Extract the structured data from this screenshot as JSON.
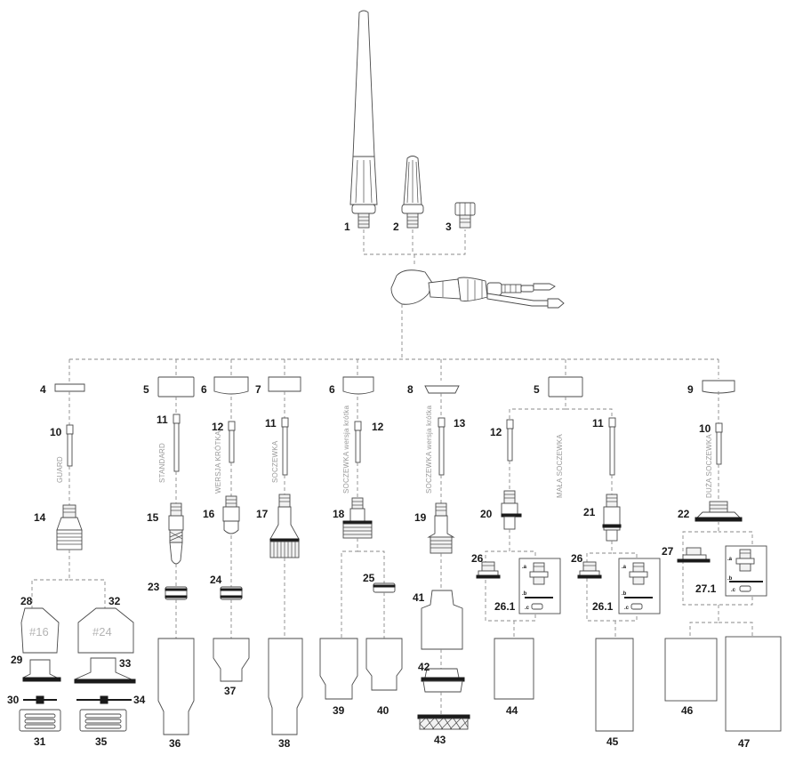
{
  "labels": {
    "n1": "1",
    "n2": "2",
    "n3": "3",
    "n4": "4",
    "n5a": "5",
    "n6a": "6",
    "n7": "7",
    "n6b": "6",
    "n8": "8",
    "n5b": "5",
    "n9": "9",
    "n10a": "10",
    "n11a": "11",
    "n12a": "12",
    "n11b": "11",
    "n12b": "12",
    "n13": "13",
    "n12c": "12",
    "n11c": "11",
    "n10b": "10",
    "n14": "14",
    "n15": "15",
    "n16": "16",
    "n17": "17",
    "n18": "18",
    "n19": "19",
    "n20": "20",
    "n21": "21",
    "n22": "22",
    "n23": "23",
    "n24": "24",
    "n25": "25",
    "n41": "41",
    "n42": "42",
    "n43": "43",
    "n26a": "26",
    "n26_1a": "26.1",
    "n26b": "26",
    "n26_1b": "26.1",
    "n27": "27",
    "n27_1": "27.1",
    "n28": "28",
    "n29": "29",
    "n30": "30",
    "n31": "31",
    "n32": "32",
    "n33": "33",
    "n34": "34",
    "n35": "35",
    "n36": "36",
    "n37": "37",
    "n38": "38",
    "n39": "39",
    "n40": "40",
    "n44": "44",
    "n45": "45",
    "n46": "46",
    "n47": "47"
  },
  "section_labels": {
    "guard": "GUARD",
    "standard": "STANDARD",
    "wersja_krotka": "WERSJA KRÓTKA",
    "soczewka": "SOCZEWKA",
    "soczewka_wersja_krotka_a": "SOCZEWKA wersja krótka",
    "soczewka_wersja_krotka_b": "SOCZEWKA wersja krótka",
    "mala_soczewka": "MAŁA SOCZEWKA",
    "duza_soczewka": "DUŻA SOCZEWKA"
  },
  "inner_text": {
    "cup16": "#16",
    "cup24": "#24"
  },
  "variant_marks": {
    "a": ".a",
    "b": ".b",
    "c": ".c"
  }
}
